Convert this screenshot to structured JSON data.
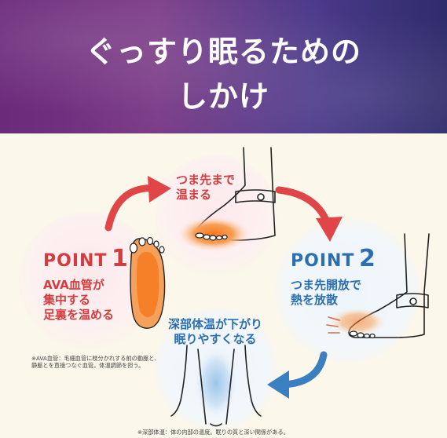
{
  "header": {
    "title_line1": "ぐっすり眠るための",
    "title_line2": "しかけ"
  },
  "steps": {
    "top": {
      "line1": "つま先まで",
      "line2": "温まる"
    },
    "point1": {
      "label": "POINT",
      "num": "1",
      "line1": "AVA血管が",
      "line2": "集中する",
      "line3": "足裏を温める"
    },
    "point2": {
      "label": "POINT",
      "num": "2",
      "line1": "つま先開放で",
      "line2": "熱を放散"
    },
    "bottom": {
      "line1": "深部体温が下がり",
      "line2": "眠りやすくなる"
    }
  },
  "notes": {
    "ava_line1": "※AVA血管：毛細血管に枝分かれする前の動脈と、",
    "ava_line2": "静脈とを直接つなぐ血管。体温調節を担う。",
    "deep": "※深部体温：体の内部の温度。眠りの質と深い関係がある。"
  },
  "colors": {
    "red": "#d43d3f",
    "blue": "#2b6fb2",
    "warm": "#f08a2a"
  }
}
